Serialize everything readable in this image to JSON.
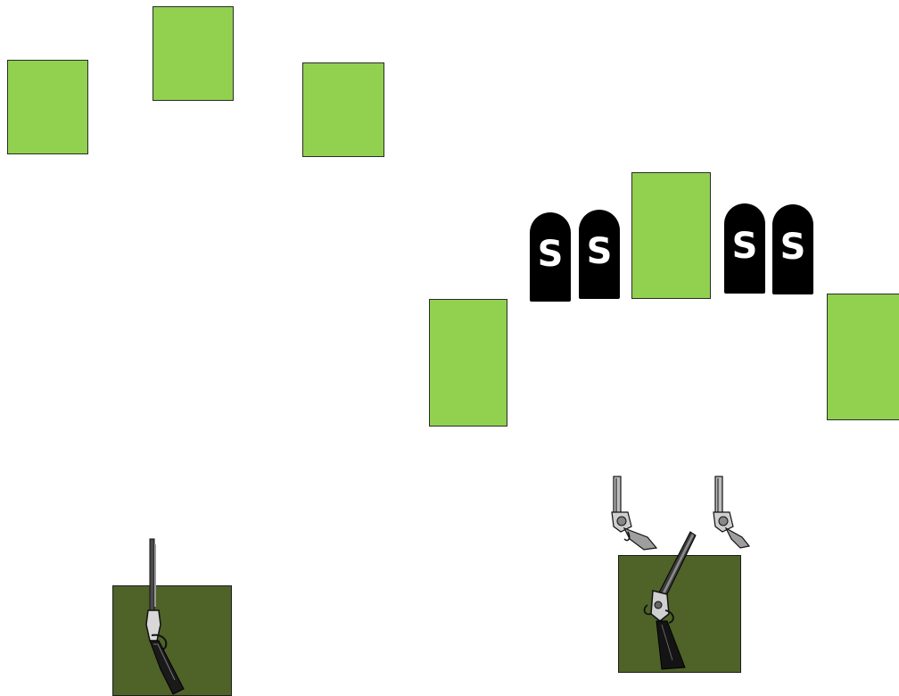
{
  "colors": {
    "target_fill": "#92d050",
    "station_fill": "#4f6228",
    "tombstone_fill": "#000000",
    "tombstone_text": "#ffffff"
  },
  "stage_left": {
    "targets": [
      "steel-target",
      "steel-target",
      "steel-target"
    ],
    "shooting_station": {
      "firearm_icon": "rifle-icon"
    }
  },
  "stage_right": {
    "targets": [
      "steel-target",
      "steel-target",
      "steel-target"
    ],
    "tombstones": [
      {
        "letter": "S"
      },
      {
        "letter": "S"
      },
      {
        "letter": "S"
      },
      {
        "letter": "S"
      }
    ],
    "shooting_station": {
      "firearm_icons": [
        "revolver-icon",
        "revolver-icon",
        "shotgun-icon"
      ]
    }
  }
}
